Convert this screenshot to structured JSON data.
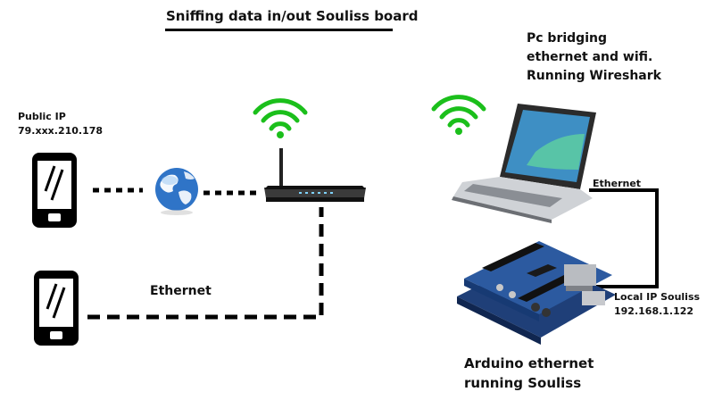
{
  "title": "Sniffing data in/out Souliss board",
  "pc_caption": [
    "Pc bridging",
    "ethernet and wifi.",
    "Running Wireshark"
  ],
  "public_ip": {
    "label": "Public IP",
    "value": "79.xxx.210.178"
  },
  "ethernet_label_left": "Ethernet",
  "ethernet_label_right": "Ethernet",
  "local_ip": {
    "label": "Local IP Souliss",
    "value": "192.168.1.122"
  },
  "arduino_caption": [
    "Arduino ethernet",
    "running Souliss"
  ],
  "colors": {
    "wifi": "#1bbf1b",
    "globe": "#2f74c7",
    "phone": "#000000",
    "board": "#2c5aa0"
  }
}
